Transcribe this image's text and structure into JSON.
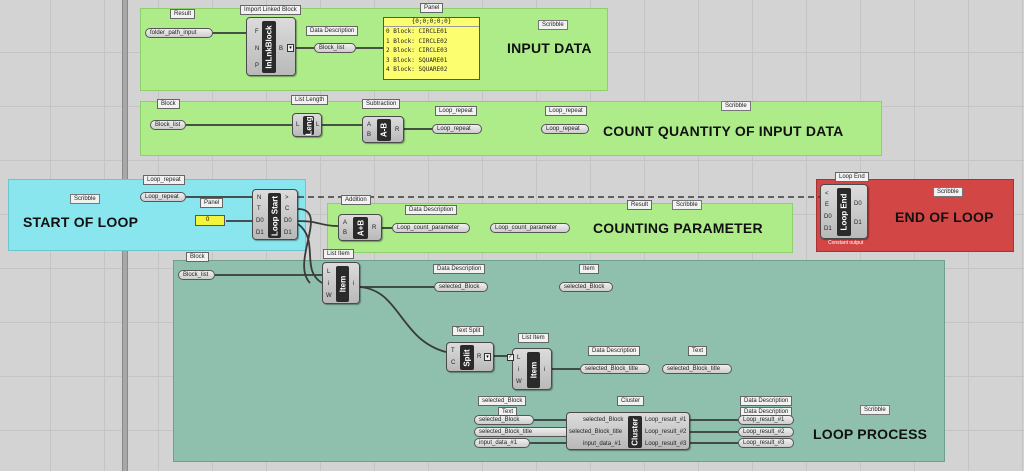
{
  "colors": {
    "input": "#aeec8a",
    "count": "#aeec8a",
    "start": "#8ae6ee",
    "counting": "#aeec8a",
    "end": "#d24646",
    "process": "#8fc0ae",
    "panel": "#fdfd70"
  },
  "groups": {
    "input_data": "INPUT DATA",
    "count_quantity": "COUNT QUANTITY OF INPUT DATA",
    "start_of_loop": "START OF LOOP",
    "counting_parameter": "COUNTING PARAMETER",
    "end_of_loop": "END OF LOOP",
    "loop_process": "LOOP PROCESS"
  },
  "tags": {
    "result1": "Result",
    "import_linked_block": "Import Linked Block",
    "data_desc1": "Data Description",
    "panel1": "Panel",
    "block1": "Block",
    "list_length": "List Length",
    "subtraction": "Subtraction",
    "loop_repeat1": "Loop_repeat",
    "loop_repeat2": "Loop_repeat",
    "loop_repeat3": "Loop_repeat",
    "panel2": "Panel",
    "addition": "Addition",
    "data_desc2": "Data Description",
    "result2": "Result",
    "loop_end": "Loop End",
    "block2": "Block",
    "list_item1": "List Item",
    "data_desc3": "Data Description",
    "item": "Item",
    "text_split": "Text Split",
    "list_item2": "List Item",
    "data_desc4": "Data Description",
    "text": "Text",
    "selected_block": "selected_Block",
    "text2": "Text",
    "cluster": "Cluster",
    "data_desc5": "Data Description",
    "data_desc6": "Data Description"
  },
  "scribbles": [
    "Scribble",
    "Scribble",
    "Scribble",
    "Scribble",
    "Scribble",
    "Scribble"
  ],
  "params": {
    "folder_path_input": "folder_path_input",
    "block_list1": "Block_list",
    "block_list2": "Block_list",
    "block_list3": "Block_list",
    "loop_repeat_a": "Loop_repeat",
    "loop_repeat_b": "Loop_repeat",
    "loop_repeat_c": "Loop_repeat",
    "loop_count_parameter_a": "Loop_count_parameter",
    "loop_count_parameter_b": "Loop_count_parameter",
    "selected_block_a": "selected_Block",
    "selected_block_b": "selected_Block",
    "selected_block_title_a": "selected_Block_title",
    "selected_block_title_b": "selected_Block_title",
    "cl_in1": "selected_Block",
    "cl_in2": "selected_Block_title",
    "cl_in3": "input_data_#1",
    "loop_result1": "Loop_result_#1",
    "loop_result2": "Loop_result_#2",
    "loop_result3": "Loop_result_#3",
    "out1": "Loop_result_#1",
    "out2": "Loop_result_#2",
    "out3": "Loop_result_#3"
  },
  "panel": {
    "header": "{0;0;0;0;0}",
    "rows": [
      "0 Block: CIRCLE01",
      "1 Block: CIRCLE02",
      "2 Block: CIRCLE03",
      "3 Block: SQUARE01",
      "4 Block: SQUARE02"
    ]
  },
  "panel_small": "0",
  "components": {
    "inlnkblock": "InLnkBlock",
    "len": "Leng",
    "amb": "A-B",
    "loop_start": "Loop Start",
    "apb": "A+B",
    "loop_end_core": "Loop End",
    "item1": "Item",
    "split": "Split",
    "item2": "Item",
    "cluster_core": "Cluster"
  },
  "constant_output": "Constant output",
  "ports": {
    "inlnk_in": [
      "F",
      "N",
      "P"
    ],
    "inlnk_out": [
      "B"
    ],
    "leng_in": [
      "L"
    ],
    "leng_out": [
      "L"
    ],
    "amb_in": [
      "A",
      "B"
    ],
    "amb_out": [
      "R"
    ],
    "ls_in": [
      "N",
      "T",
      "D0",
      "D1"
    ],
    "ls_out": [
      ">",
      "C",
      "D0",
      "D1"
    ],
    "apb_in": [
      "A",
      "B"
    ],
    "apb_out": [
      "R"
    ],
    "le_in": [
      "<",
      "E",
      "D0",
      "D1"
    ],
    "le_out": [
      "D0",
      "D1"
    ],
    "item1_in": [
      "L",
      "i",
      "W"
    ],
    "item1_out": [
      "i"
    ],
    "split_in": [
      "T",
      "C"
    ],
    "split_out": [
      "R"
    ],
    "item2_in": [
      "L",
      "i",
      "W"
    ],
    "item2_out": [
      "i"
    ],
    "cl_in": [
      "selected_Block",
      "selected_Block_title",
      "input_data_#1"
    ],
    "cl_out": [
      "Loop_result_#1",
      "Loop_result_#2",
      "Loop_result_#3"
    ]
  }
}
